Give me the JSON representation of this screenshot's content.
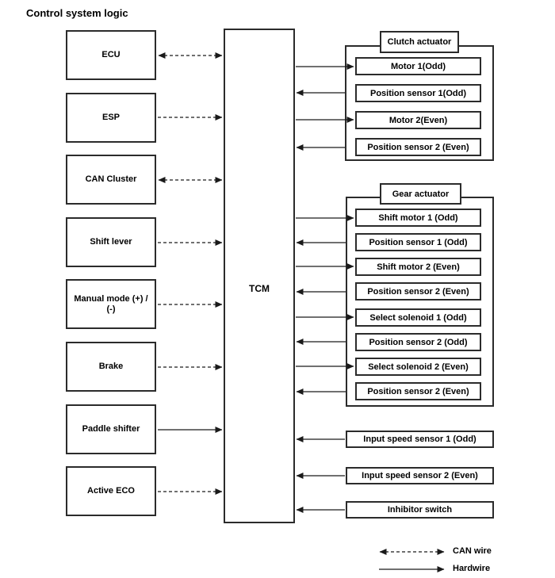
{
  "title": "Control system logic",
  "tcm": {
    "label": "TCM"
  },
  "left_boxes": [
    {
      "label": "ECU",
      "wire": "CAN wire",
      "direction": "bidirectional"
    },
    {
      "label": "ESP",
      "wire": "CAN wire",
      "direction": "to-tcm"
    },
    {
      "label": "CAN Cluster",
      "wire": "CAN wire",
      "direction": "bidirectional"
    },
    {
      "label": "Shift lever",
      "wire": "CAN wire",
      "direction": "to-tcm"
    },
    {
      "label": "Manual mode (+) / (-)",
      "wire": "CAN wire",
      "direction": "to-tcm"
    },
    {
      "label": "Brake",
      "wire": "CAN wire",
      "direction": "to-tcm"
    },
    {
      "label": "Paddle shifter",
      "wire": "Hardwire",
      "direction": "to-tcm"
    },
    {
      "label": "Active ECO",
      "wire": "CAN wire",
      "direction": "to-tcm"
    }
  ],
  "clutch_actuator": {
    "title": "Clutch actuator",
    "items": [
      {
        "label": "Motor 1(Odd)",
        "wire": "Hardwire",
        "direction": "from-tcm"
      },
      {
        "label": "Position sensor 1(Odd)",
        "wire": "Hardwire",
        "direction": "to-tcm"
      },
      {
        "label": "Motor 2(Even)",
        "wire": "Hardwire",
        "direction": "from-tcm"
      },
      {
        "label": "Position sensor 2 (Even)",
        "wire": "Hardwire",
        "direction": "to-tcm"
      }
    ]
  },
  "gear_actuator": {
    "title": "Gear actuator",
    "items": [
      {
        "label": "Shift motor 1 (Odd)",
        "wire": "Hardwire",
        "direction": "from-tcm"
      },
      {
        "label": "Position sensor 1 (Odd)",
        "wire": "Hardwire",
        "direction": "to-tcm"
      },
      {
        "label": "Shift motor 2 (Even)",
        "wire": "Hardwire",
        "direction": "from-tcm"
      },
      {
        "label": "Position sensor 2 (Even)",
        "wire": "Hardwire",
        "direction": "to-tcm"
      },
      {
        "label": "Select solenoid 1 (Odd)",
        "wire": "Hardwire",
        "direction": "from-tcm"
      },
      {
        "label": "Position sensor 2 (Odd)",
        "wire": "Hardwire",
        "direction": "to-tcm"
      },
      {
        "label": "Select solenoid 2 (Even)",
        "wire": "Hardwire",
        "direction": "from-tcm"
      },
      {
        "label": "Position sensor 2 (Even)",
        "wire": "Hardwire",
        "direction": "to-tcm"
      }
    ]
  },
  "standalone_inputs": [
    {
      "label": "Input speed sensor 1 (Odd)",
      "wire": "Hardwire",
      "direction": "to-tcm"
    },
    {
      "label": "Input speed sensor 2 (Even)",
      "wire": "Hardwire",
      "direction": "to-tcm"
    },
    {
      "label": "Inhibitor switch",
      "wire": "Hardwire",
      "direction": "to-tcm"
    }
  ],
  "legend": [
    {
      "label": "CAN wire",
      "line_style": "dashed",
      "direction": "bidirectional"
    },
    {
      "label": "Hardwire",
      "line_style": "solid",
      "direction": "one-way"
    }
  ],
  "colors": {
    "background": "#ffffff",
    "line": "#1a1a1a",
    "box_border": "#2b2b2b",
    "text": "#000000"
  }
}
